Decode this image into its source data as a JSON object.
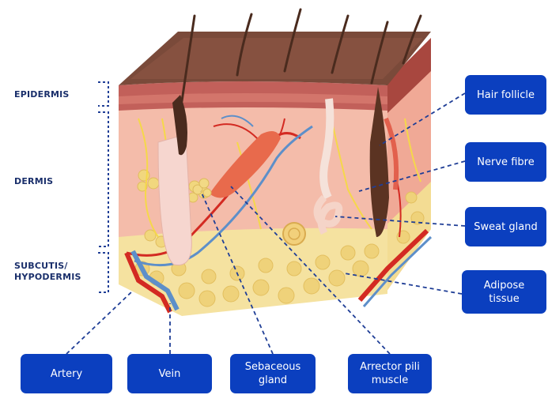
{
  "layers": {
    "epidermis": "EPIDERMIS",
    "dermis": "DERMIS",
    "subcutis_line1": "SUBCUTIS/",
    "subcutis_line2": "HYPODERMIS"
  },
  "callouts": {
    "hair_follicle": "Hair follicle",
    "nerve_fibre": "Nerve fibre",
    "sweat_gland": "Sweat gland",
    "adipose_line1": "Adipose",
    "adipose_line2": "tissue",
    "artery": "Artery",
    "vein": "Vein",
    "sebaceous_line1": "Sebaceous",
    "sebaceous_line2": "gland",
    "arrector_line1": "Arrector pili",
    "arrector_line2": "muscle"
  },
  "colors": {
    "callout_fill": "#0b3fbf",
    "label_text": "#1a2f6b",
    "leader_line": "#1f3e96",
    "epidermis": "#b9574f",
    "dermis": "#f2b9a8",
    "fat": "#f6e3a0",
    "artery": "#d32a22",
    "vein": "#5d8fc9",
    "nerve": "#f5d84a",
    "hair": "#4a2b1e"
  }
}
